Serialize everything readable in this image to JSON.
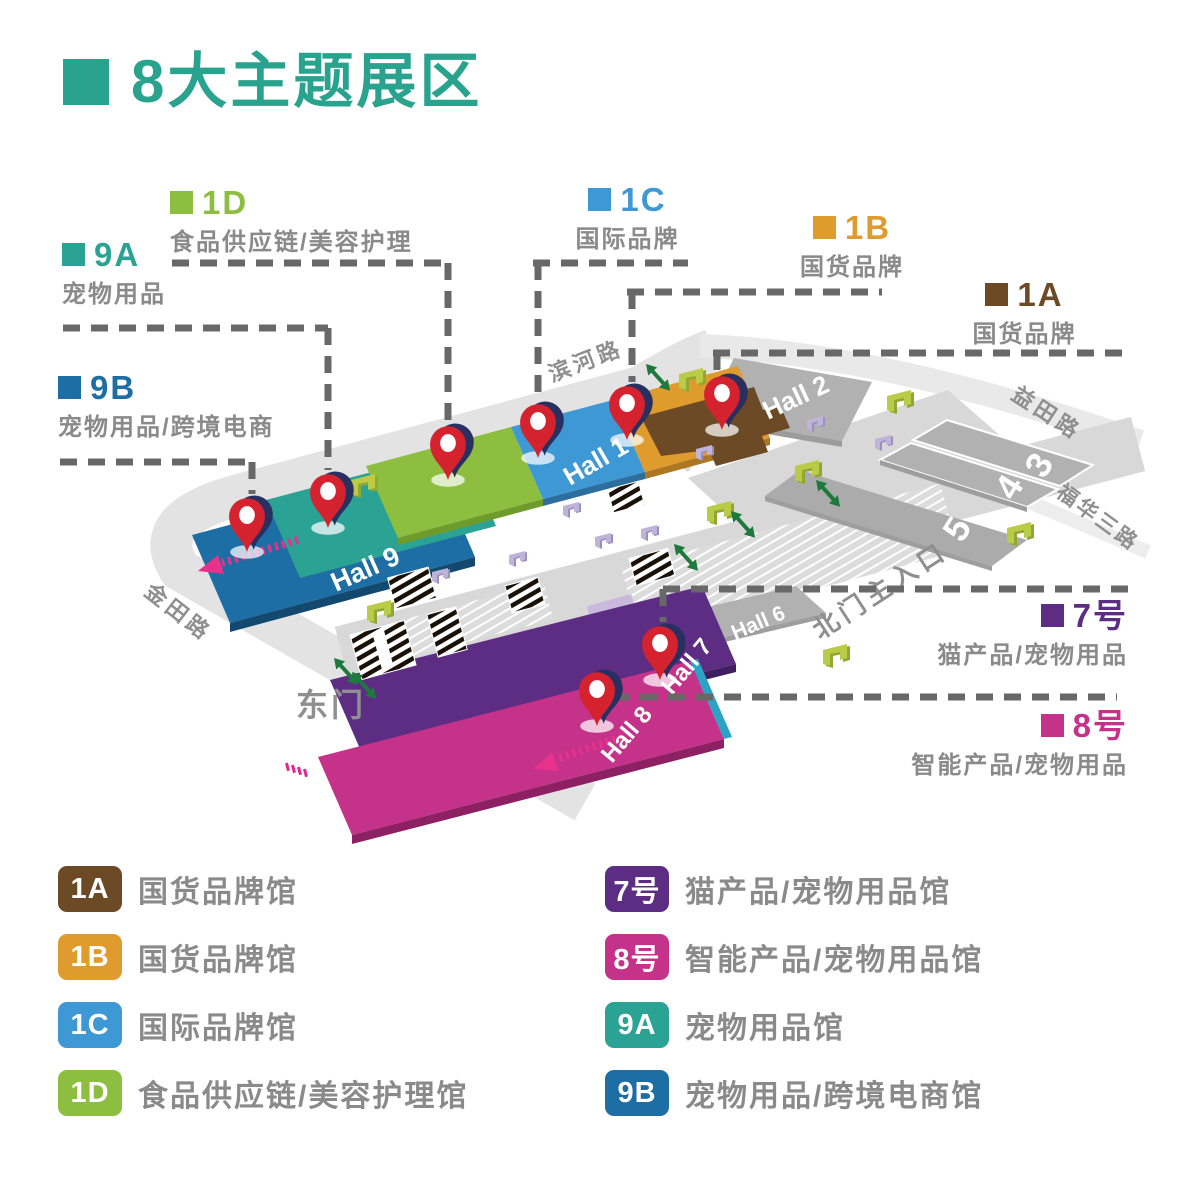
{
  "title": {
    "text": "8大主题展区",
    "color": "#29a28e"
  },
  "zones": {
    "a1": {
      "code": "1A",
      "name": "国货品牌",
      "legend_name": "国货品牌馆",
      "color": "#6d4a26"
    },
    "b1": {
      "code": "1B",
      "name": "国货品牌",
      "legend_name": "国货品牌馆",
      "color": "#df9b2e"
    },
    "c1": {
      "code": "1C",
      "name": "国际品牌",
      "legend_name": "国际品牌馆",
      "color": "#3d98d3"
    },
    "d1": {
      "code": "1D",
      "name": "食品供应链/美容护理",
      "legend_name": "食品供应链/美容护理馆",
      "color": "#8dbe3f"
    },
    "no7": {
      "code": "7号",
      "name": "猫产品/宠物用品",
      "legend_name": "猫产品/宠物用品馆",
      "color": "#5c2d83"
    },
    "no8": {
      "code": "8号",
      "name": "智能产品/宠物用品",
      "legend_name": "智能产品/宠物用品馆",
      "color": "#c5328a"
    },
    "a9": {
      "code": "9A",
      "name": "宠物用品",
      "legend_name": "宠物用品馆",
      "color": "#2ba394"
    },
    "b9": {
      "code": "9B",
      "name": "宠物用品/跨境电商",
      "legend_name": "宠物用品/跨境电商馆",
      "color": "#1c6ea4"
    }
  },
  "map": {
    "halls": {
      "h9": "Hall 9",
      "h1": "Hall 1",
      "h2": "Hall 2",
      "h6": "Hall 6",
      "h7": "Hall 7",
      "h8": "Hall 8",
      "n3": "3",
      "n4": "4",
      "n5": "5"
    },
    "roads": {
      "binhe": "滨河路",
      "yitian": "益田路",
      "fuhua": "福华三路",
      "jintian": "金田路"
    },
    "landmarks": {
      "east_gate": "东门",
      "north_entrance": "北门主入口"
    }
  },
  "colors": {
    "road": "#e3e3e3",
    "concourse": "#d8d8d8",
    "hall_gray": "#b1b1b1",
    "dash_line": "#686868",
    "text_gray": "#8a8a8a",
    "pin_red": "#d4232e",
    "pin_navy": "#273060",
    "gate_green": "#bacb47",
    "gate_lavender": "#beb4da",
    "arrow_green": "#1e7a3c",
    "arrow_pink": "#e8318a",
    "crosswalk_pink": "#d2a4cb",
    "crosswalk_lavender": "#c9badd",
    "hall8_edge_cyan": "#2ba3c4"
  }
}
